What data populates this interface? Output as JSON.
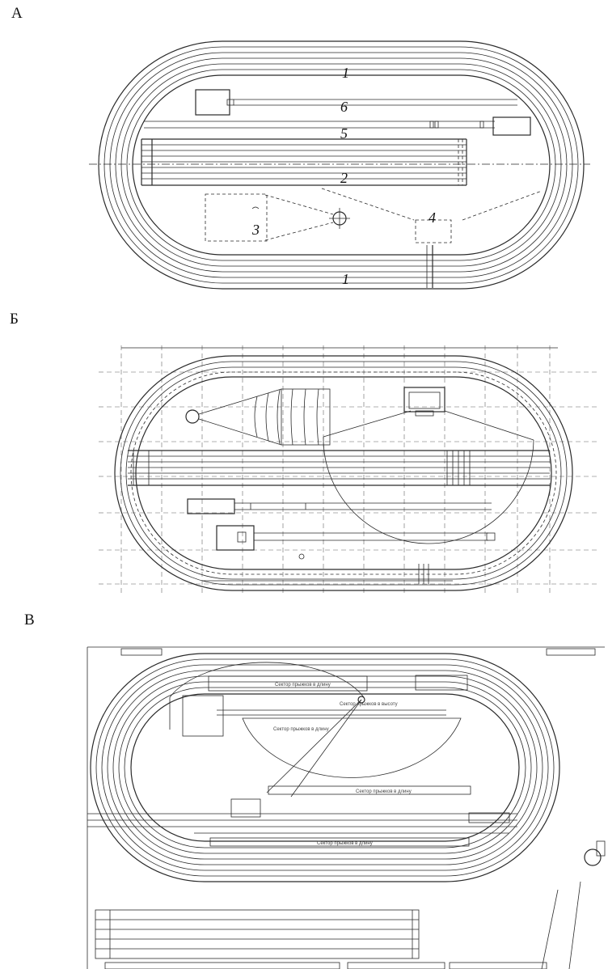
{
  "panels": [
    {
      "letter": "А"
    },
    {
      "letter": "Б"
    },
    {
      "letter": "В"
    }
  ],
  "panel_a_labels": {
    "label_1_top": "1",
    "label_6": "6",
    "label_5": "5",
    "label_2": "2",
    "label_3": "3",
    "label_4": "4",
    "label_1_bottom": "1"
  },
  "panel_c_texts": {
    "sector_long_jump_top": "Сектор прыжков в длину",
    "sector_high_jump": "Сектор прыжков в высоту",
    "sector_javelin": "Сектор прыжков в длину",
    "sector_triple": "Сектор прыжков в длину",
    "sector_long_jump_bottom": "Сектор прыжков в длину"
  }
}
